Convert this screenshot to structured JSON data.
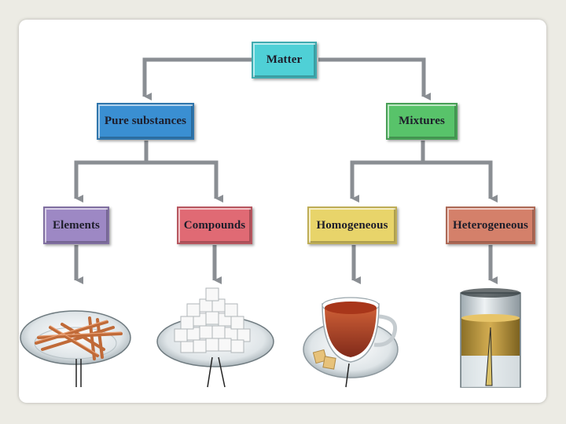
{
  "diagram": {
    "root": {
      "label": "Matter",
      "color": "#4fd0d6"
    },
    "level1": [
      {
        "label": "Pure substances",
        "color": "#3a8fd2"
      },
      {
        "label": "Mixtures",
        "color": "#58c36a"
      }
    ],
    "level2": [
      {
        "label": "Elements",
        "color": "#9d88c4"
      },
      {
        "label": "Compounds",
        "color": "#e06a74"
      },
      {
        "label": "Homogeneous",
        "color": "#e8d46a"
      },
      {
        "label": "Heterogeneous",
        "color": "#d4806a"
      }
    ],
    "images": [
      {
        "icon": "copper-wires-on-dish-image"
      },
      {
        "icon": "sugar-cubes-on-dish-image"
      },
      {
        "icon": "cup-of-tea-image"
      },
      {
        "icon": "oil-and-water-cylinder-image"
      }
    ],
    "arrow_color": "#8a8e93"
  }
}
